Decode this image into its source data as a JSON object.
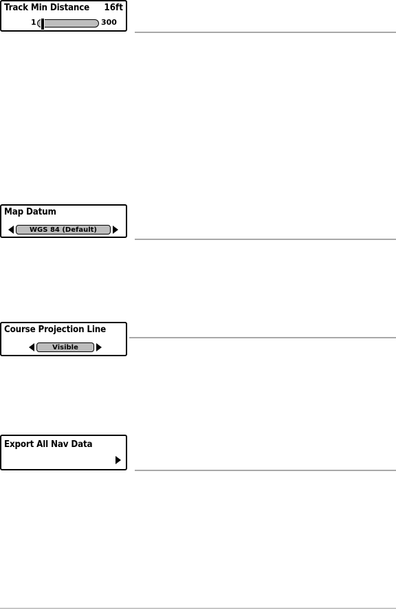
{
  "track_min_distance": {
    "title": "Track Min Distance",
    "value": "16ft",
    "slider_min": "1",
    "slider_max": "300",
    "slider_fraction": 0.05
  },
  "map_datum": {
    "title": "Map Datum",
    "selected": "WGS 84 (Default)"
  },
  "course_projection_line": {
    "title": "Course Projection Line",
    "selected": "Visible"
  },
  "export_all_nav_data": {
    "title": "Export All Nav Data"
  },
  "icons": {
    "left": "arrow-left-icon",
    "right": "arrow-right-icon"
  }
}
